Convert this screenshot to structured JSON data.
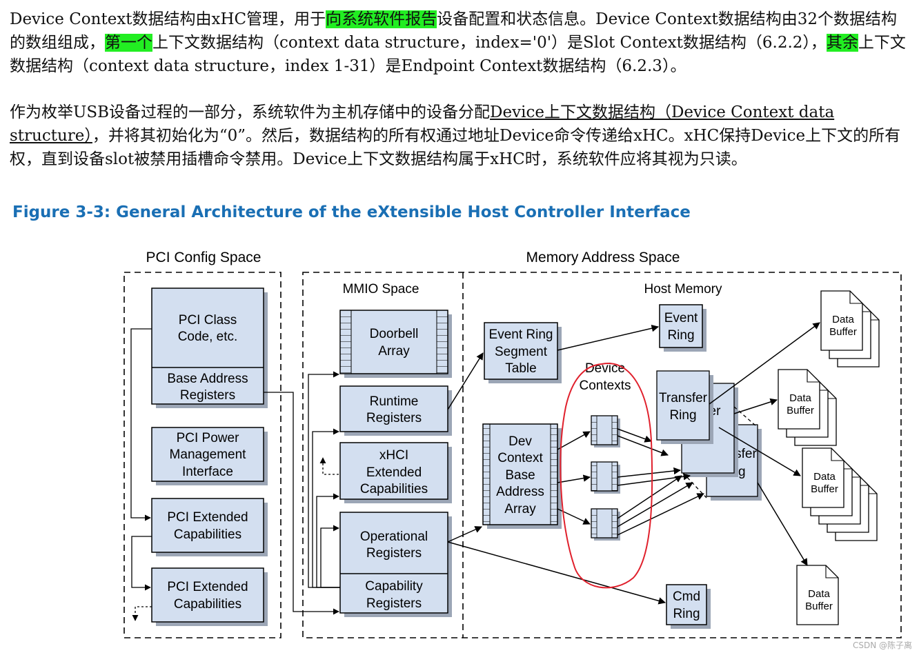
{
  "paragraph1": {
    "s1": "Device Context数据结构由xHC管理，用于",
    "h1": "向系统软件报告",
    "s2": "设备配置和状态信息。Device Context数据结构由32个数据结构的数组组成，",
    "h2": "第一个",
    "s3": "上下文数据结构（context data structure，index='0'）是Slot Context数据结构（6.2.2），",
    "h3": "其余",
    "s4": "上下文数据结构（context data structure，index 1-31）是Endpoint Context数据结构（6.2.3）。"
  },
  "paragraph2": {
    "s1": "作为枚举USB设备过程的一部分，系统软件为主机存储中的设备分配",
    "u1": "Device上下文数据结构（Device Context data structure）",
    "s2": "，并将其初始化为“0”。然后，数据结构的所有权通过地址Device命令传递给xHC。xHC保持Device上下文的所有权，直到设备slot被禁用插槽命令禁用。Device上下文数据结构属于xHC时，系统软件应将其视为只读。"
  },
  "figure_title": "Figure 3-3: General Architecture of the eXtensible Host Controller Interface",
  "diagram": {
    "colors": {
      "box_fill": "#d3dff0",
      "box_shadow": "#9ca6b6",
      "annotation": "#e0202c",
      "title": "#1a6fb4"
    },
    "pci_config_space": {
      "title": "PCI Config Space",
      "class_code": [
        "PCI Class",
        "Code, etc."
      ],
      "base_address": [
        "Base Address",
        "Registers"
      ],
      "power_mgmt": [
        "PCI Power",
        "Management",
        "Interface"
      ],
      "ext_caps_1": [
        "PCI Extended",
        "Capabilities"
      ],
      "ext_caps_2": [
        "PCI Extended",
        "Capabilities"
      ]
    },
    "memory_address_space": {
      "title": "Memory Address Space",
      "mmio_space": {
        "title": "MMIO Space",
        "doorbell": [
          "Doorbell",
          "Array"
        ],
        "runtime": [
          "Runtime",
          "Registers"
        ],
        "xhci_ext": [
          "xHCI",
          "Extended",
          "Capabilities"
        ],
        "operational": [
          "Operational",
          "Registers"
        ],
        "capability": [
          "Capability",
          "Registers"
        ]
      },
      "host_memory": {
        "title": "Host Memory",
        "event_ring_segment_table": [
          "Event Ring",
          "Segment",
          "Table"
        ],
        "event_ring": [
          "Event",
          "Ring"
        ],
        "device_contexts": [
          "Device",
          "Contexts"
        ],
        "dcbaa": [
          "Dev",
          "Context",
          "Base",
          "Address",
          "Array"
        ],
        "transfer_ring_front": [
          "Transfer",
          "Ring"
        ],
        "transfer_ring_mid": "er",
        "transfer_ring_back": [
          "sfer",
          "Ring"
        ],
        "cmd_ring": [
          "Cmd",
          "Ring"
        ],
        "data_buffer": [
          "Data",
          "Buffer"
        ]
      }
    }
  },
  "watermark": "CSDN @陈子离"
}
